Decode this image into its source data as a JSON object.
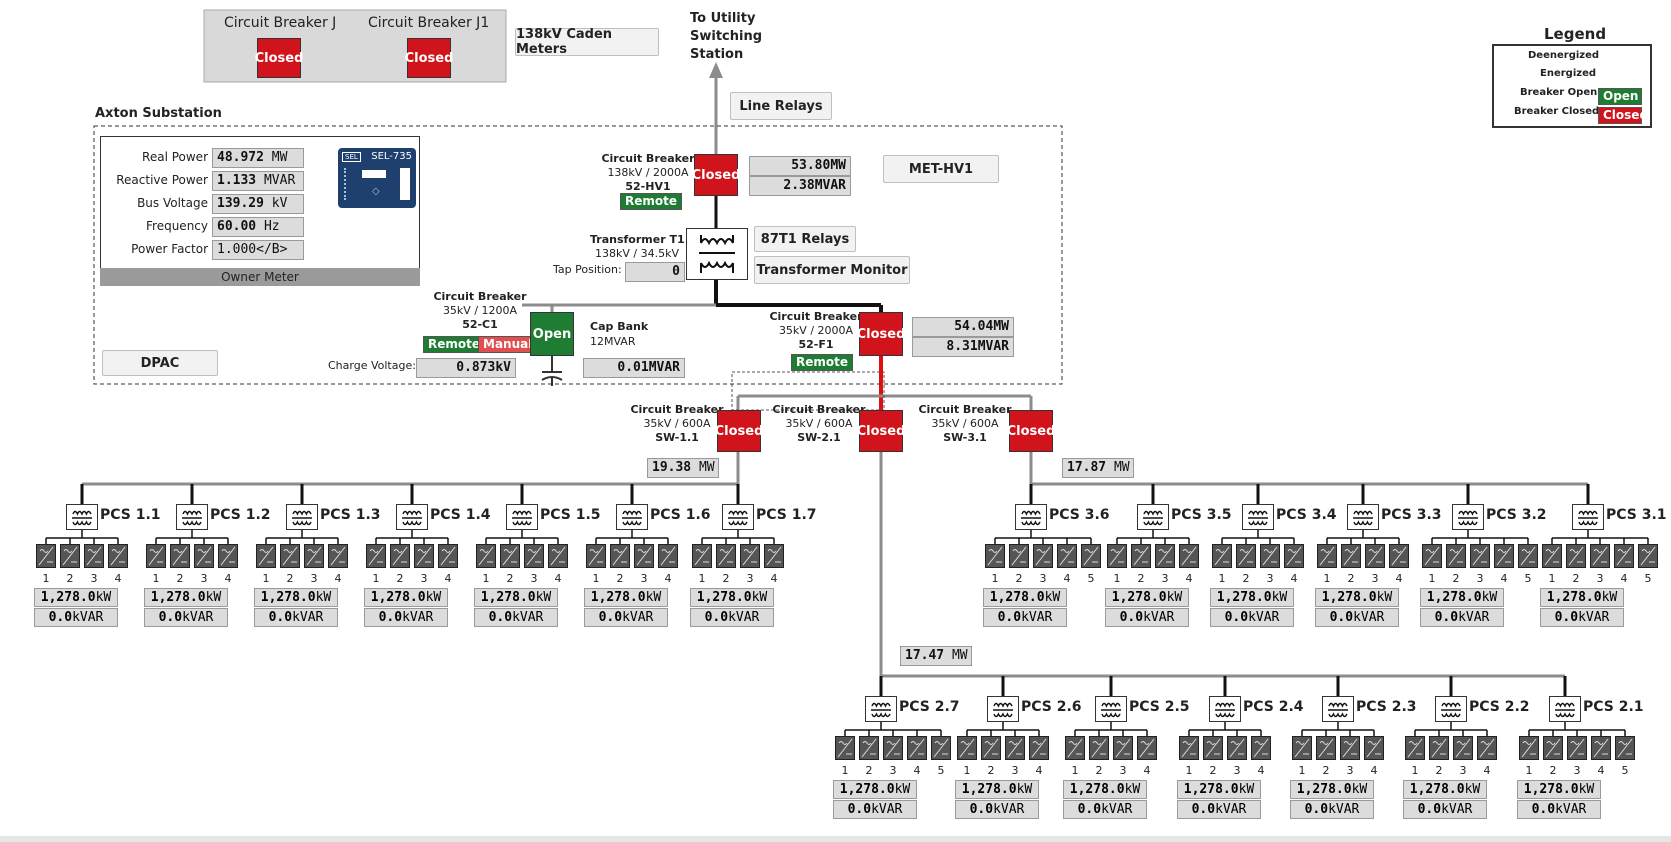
{
  "top_breakers": {
    "j_label": "Circuit Breaker J",
    "j1_label": "Circuit Breaker J1",
    "j_state": "Closed",
    "j1_state": "Closed"
  },
  "buttons": {
    "caden_meters": "138kV Caden Meters",
    "line_relays": "Line Relays",
    "met_hv1": "MET-HV1",
    "relays_87t1": "87T1 Relays",
    "transformer_monitor": "Transformer Monitor",
    "dpac": "DPAC"
  },
  "utility": {
    "line1": "To Utility",
    "line2": "Switching",
    "line3": "Station"
  },
  "substation_title": "Axton Substation",
  "owner_meter": {
    "title": "Owner Meter",
    "rows": [
      {
        "label": "Real Power",
        "value": "48.972",
        "unit": "MW"
      },
      {
        "label": "Reactive Power",
        "value": "1.133",
        "unit": "MVAR"
      },
      {
        "label": "Bus Voltage",
        "value": "139.29",
        "unit": "kV"
      },
      {
        "label": "Frequency",
        "value": "60.00",
        "unit": "Hz"
      },
      {
        "label": "Power Factor",
        "value": "1.000</B>",
        "unit": ""
      }
    ],
    "device": "SEL-735",
    "device_brand": "SEL"
  },
  "hv1": {
    "title": "Circuit Breaker",
    "rating": "138kV / 2000A",
    "id": "52-HV1",
    "mode": "Remote",
    "state": "Closed",
    "mw": "53.80",
    "mw_unit": "MW",
    "mvar": "2.38",
    "mvar_unit": "MVAR"
  },
  "transformer": {
    "title": "Transformer T1",
    "rating": "138kV / 34.5kV",
    "tap_label": "Tap Position:",
    "tap_value": "0"
  },
  "c1": {
    "title": "Circuit Breaker",
    "rating": "35kV / 1200A",
    "id": "52-C1",
    "mode1": "Remote",
    "mode2": "Manual",
    "state": "Open",
    "charge_label": "Charge Voltage:",
    "charge_value": "0.873",
    "charge_unit": "kV"
  },
  "capbank": {
    "title": "Cap Bank",
    "rating": "12MVAR",
    "value": "0.01",
    "unit": "MVAR"
  },
  "f1": {
    "title": "Circuit Breaker",
    "rating": "35kV / 2000A",
    "id": "52-F1",
    "mode": "Remote",
    "state": "Closed",
    "mw": "54.04",
    "mw_unit": "MW",
    "mvar": "8.31",
    "mvar_unit": "MVAR"
  },
  "sw": [
    {
      "title": "Circuit Breaker",
      "rating": "35kV / 600A",
      "id": "SW-1.1",
      "state": "Closed"
    },
    {
      "title": "Circuit Breaker",
      "rating": "35kV / 600A",
      "id": "SW-2.1",
      "state": "Closed"
    },
    {
      "title": "Circuit Breaker",
      "rating": "35kV / 600A",
      "id": "SW-3.1",
      "state": "Closed"
    }
  ],
  "feeder_mw": {
    "f1": "19.38",
    "f3": "17.87",
    "f2": "17.47",
    "unit": "MW"
  },
  "pcs_units": {
    "kw": "1,278.0",
    "kw_unit": "kW",
    "kvar": "0.0",
    "kvar_unit": "kVAR"
  },
  "pcs_row1": [
    {
      "name": "PCS 1.1",
      "n": [
        "1",
        "2",
        "3",
        "4"
      ]
    },
    {
      "name": "PCS 1.2",
      "n": [
        "1",
        "2",
        "3",
        "4"
      ]
    },
    {
      "name": "PCS 1.3",
      "n": [
        "1",
        "2",
        "3",
        "4"
      ]
    },
    {
      "name": "PCS 1.4",
      "n": [
        "1",
        "2",
        "3",
        "4"
      ]
    },
    {
      "name": "PCS 1.5",
      "n": [
        "1",
        "2",
        "3",
        "4"
      ]
    },
    {
      "name": "PCS 1.6",
      "n": [
        "1",
        "2",
        "3",
        "4"
      ]
    },
    {
      "name": "PCS 1.7",
      "n": [
        "1",
        "2",
        "3",
        "4"
      ]
    }
  ],
  "pcs_row3": [
    {
      "name": "PCS 3.6",
      "n": [
        "1",
        "2",
        "3",
        "4",
        "5"
      ]
    },
    {
      "name": "PCS 3.5",
      "n": [
        "1",
        "2",
        "3",
        "4"
      ]
    },
    {
      "name": "PCS 3.4",
      "n": [
        "1",
        "2",
        "3",
        "4"
      ]
    },
    {
      "name": "PCS 3.3",
      "n": [
        "1",
        "2",
        "3",
        "4"
      ]
    },
    {
      "name": "PCS 3.2",
      "n": [
        "1",
        "2",
        "3",
        "4",
        "5"
      ]
    },
    {
      "name": "PCS 3.1",
      "n": [
        "1",
        "2",
        "3",
        "4",
        "5"
      ]
    }
  ],
  "pcs_row2": [
    {
      "name": "PCS 2.7",
      "n": [
        "1",
        "2",
        "3",
        "4",
        "5"
      ]
    },
    {
      "name": "PCS 2.6",
      "n": [
        "1",
        "2",
        "3",
        "4"
      ]
    },
    {
      "name": "PCS 2.5",
      "n": [
        "1",
        "2",
        "3",
        "4"
      ]
    },
    {
      "name": "PCS 2.4",
      "n": [
        "1",
        "2",
        "3",
        "4"
      ]
    },
    {
      "name": "PCS 2.3",
      "n": [
        "1",
        "2",
        "3",
        "4"
      ]
    },
    {
      "name": "PCS 2.2",
      "n": [
        "1",
        "2",
        "3",
        "4"
      ]
    },
    {
      "name": "PCS 2.1",
      "n": [
        "1",
        "2",
        "3",
        "4",
        "5"
      ]
    }
  ],
  "legend": {
    "title": "Legend",
    "deenergized": "Deenergized",
    "energized": "Energized",
    "open_label": "Breaker Open",
    "open_state": "Open",
    "closed_label": "Breaker Closed",
    "closed_state": "Closed"
  },
  "colors": {
    "deenergized": "#8c8c8c",
    "energized": "#e01010",
    "open": "#1e7d32",
    "closed": "#d1131b"
  }
}
